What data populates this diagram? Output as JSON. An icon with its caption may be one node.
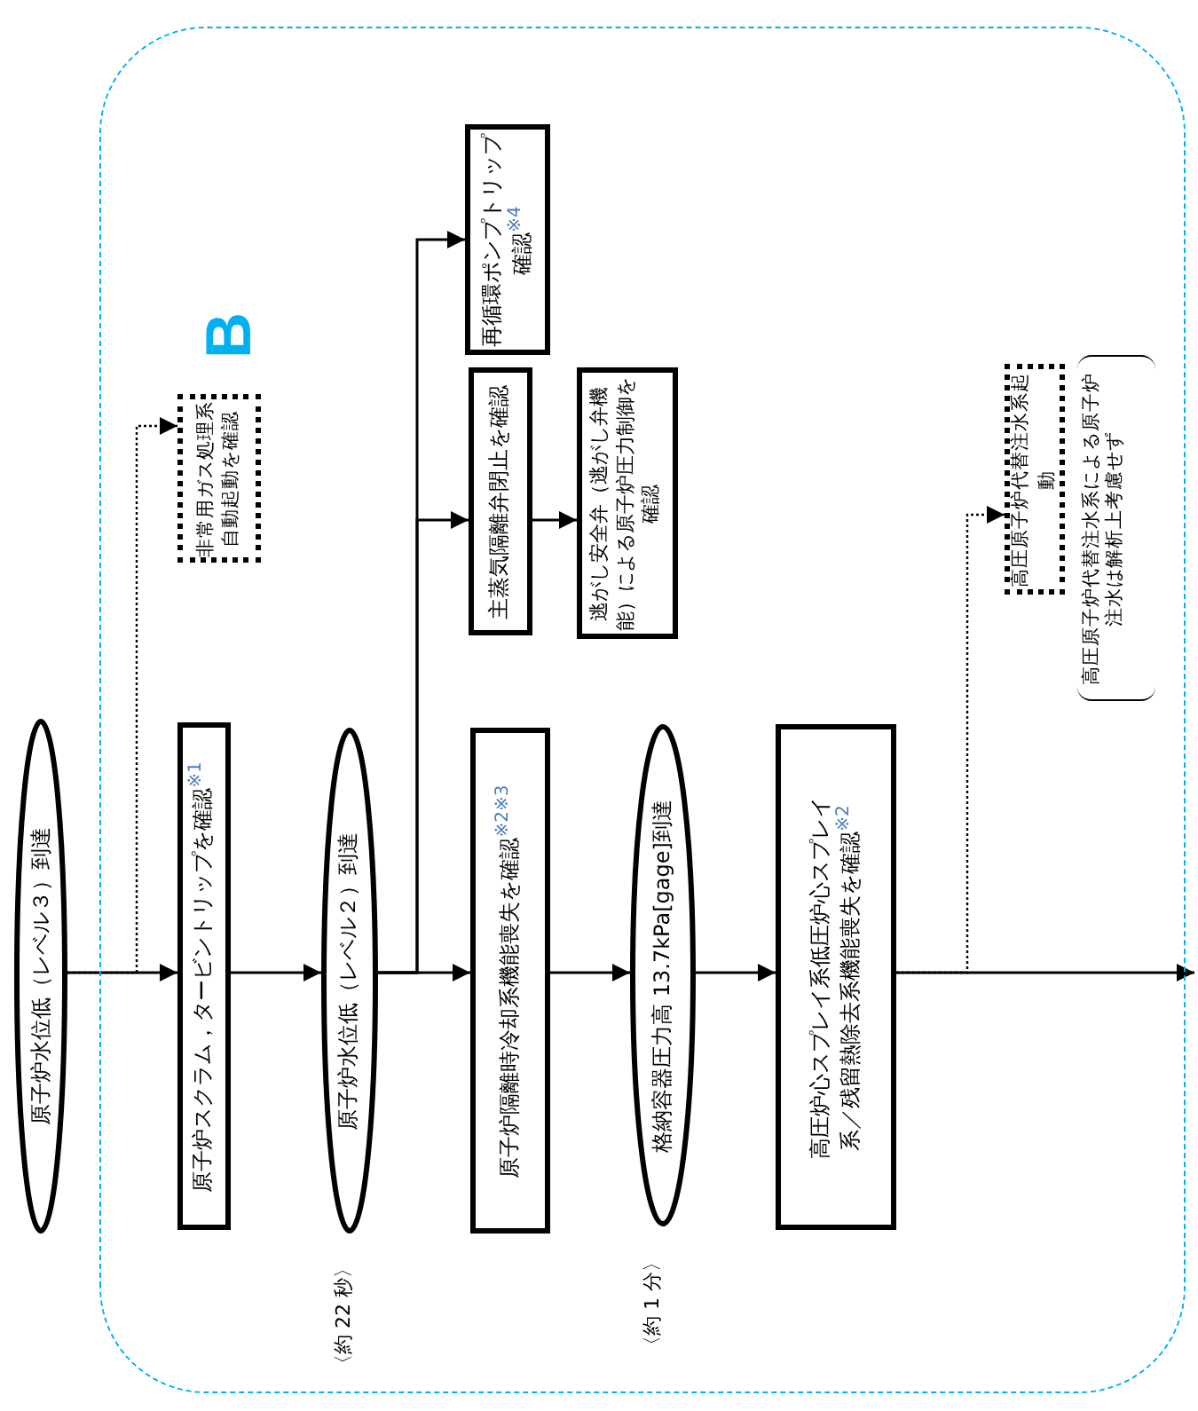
{
  "diagram": {
    "nodes": [
      {
        "text": [
          "原子炉水位低（レベル３）到達"
        ]
      },
      {
        "text": [
          "B"
        ]
      },
      {
        "text": [
          "原子炉スクラム，タービントリップを確認$^{※1}$"
        ],
        "in": 1
      },
      {
        "text": [
          "非常用ガス処理系自動起動を確認"
        ],
        "in": 1
      },
      {
        "text": [
          "原子炉水位低（レベル２）到達"
        ],
        "in": 1,
        "beside": [
          "〈約 22 秒〉"
        ]
      },
      {
        "text": [
          "再循環ポンプトリップ確認$^{※4}$"
        ],
        "in": 1
      },
      {
        "text": [
          "主蒸気隔離弁閉止を確認"
        ],
        "in": 1
      },
      {
        "text": [
          "逃がし安全弁（逃がし弁機能）による原子炉圧力制御を確認"
        ],
        "in": 1
      },
      {
        "text": [
          "原子炉隔離時冷却系機能喪失を確認$^{※2※3}$"
        ],
        "in": 1
      },
      {
        "text": [
          "格納容器圧力高 13.7kPa[gage]到達"
        ],
        "in": 1,
        "beside": [
          "〈約 1 分〉"
        ]
      },
      {
        "text": [
          "高圧炉心スプレイ系低圧炉心スプレイ系／残留熱除去系機能喪失を確認$^{※2}$"
        ],
        "in": 1
      },
      {
        "text": [
          "高圧原子炉代替注水系起動"
        ],
        "in": 1,
        "beside": [
          "高圧原子炉代替注水系による原子炉注水は解析上考慮せず"
        ]
      }
    ],
    "edges": [
      {
        "from": 0,
        "to": 2,
        "arrow": "to"
      },
      {
        "from": 0,
        "to": 3,
        "arrow": "to",
        "style": "dashed"
      },
      {
        "from": 2,
        "to": 4,
        "arrow": "to"
      },
      {
        "from": 4,
        "to": 8,
        "arrow": "to"
      },
      {
        "from": 4,
        "to": 5,
        "arrow": "to"
      },
      {
        "from": 4,
        "to": 6,
        "arrow": "to"
      },
      {
        "from": 6,
        "to": 7,
        "arrow": "to"
      },
      {
        "from": 8,
        "to": 9,
        "arrow": "to"
      },
      {
        "from": 9,
        "to": 10,
        "arrow": "to"
      },
      {
        "from": 10,
        "to": null,
        "arrow": "to"
      },
      {
        "from": 10,
        "to": 11,
        "arrow": "to",
        "style": "dashed"
      }
    ]
  }
}
